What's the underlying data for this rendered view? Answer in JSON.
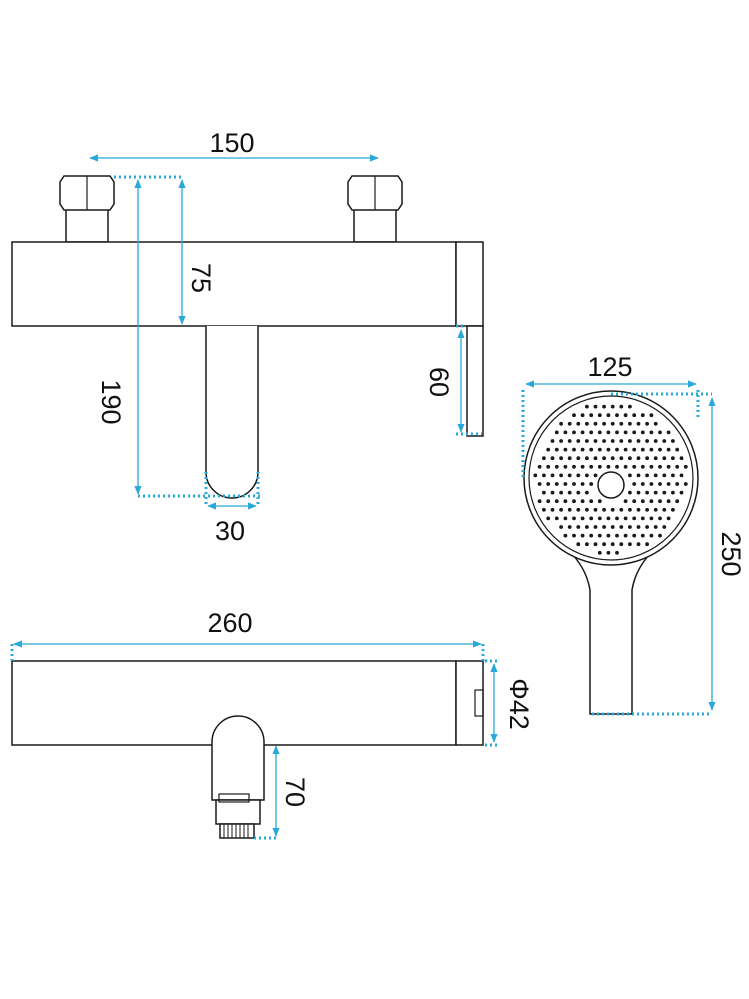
{
  "colors": {
    "outline": "#1a1a1a",
    "dimension": "#2aa8d8",
    "text": "#111111",
    "background": "#ffffff"
  },
  "dimensions": {
    "inlet_spacing": "150",
    "body_height": "75",
    "total_height": "190",
    "spout_width": "30",
    "lever_drop": "60",
    "head_diameter": "125",
    "handshower_length": "250",
    "body_length": "260",
    "body_diameter": "Φ42",
    "outlet_drop": "70"
  }
}
